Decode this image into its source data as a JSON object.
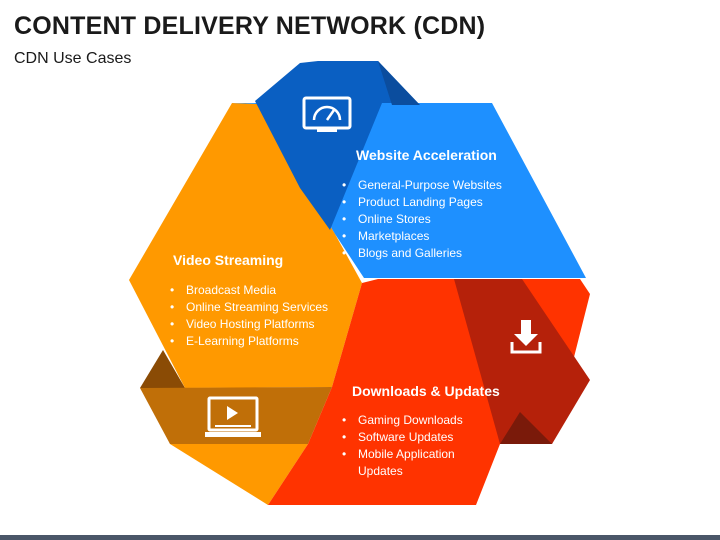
{
  "title": "CONTENT DELIVERY NETWORK (CDN)",
  "subtitle": "CDN Use Cases",
  "segments": {
    "web": {
      "title": "Website Acceleration",
      "items": [
        "General-Purpose Websites",
        "Product Landing Pages",
        "Online Stores",
        "Marketplaces",
        "Blogs and Galleries"
      ],
      "icon": "speedometer-monitor-icon",
      "color": "#1e90ff",
      "dark": "#0a6ed8"
    },
    "video": {
      "title": "Video Streaming",
      "items": [
        "Broadcast Media",
        "Online Streaming Services",
        "Video Hosting Platforms",
        "E-Learning Platforms"
      ],
      "icon": "video-player-laptop-icon",
      "color": "#ff9900",
      "dark": "#c86f00"
    },
    "dl": {
      "title": "Downloads & Updates",
      "items": [
        "Gaming Downloads",
        "Software Updates",
        "Mobile Application",
        "Updates"
      ],
      "icon": "download-icon",
      "color": "#ff3300",
      "dark": "#b82a10"
    }
  }
}
